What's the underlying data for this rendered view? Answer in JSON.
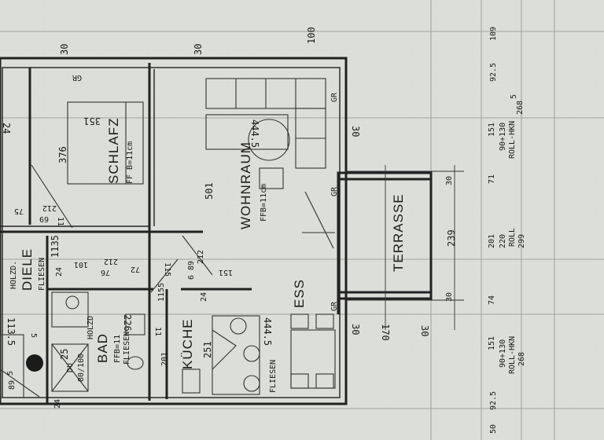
{
  "rooms": {
    "wohnraum": {
      "name": "WOHNRAUM",
      "level": "FFB=11cm",
      "dim1": "501",
      "dim2": "444.5"
    },
    "schlaf": {
      "name": "SCHLAFZ",
      "level": "FF B=11cm",
      "dim1": "376",
      "dim2": "351"
    },
    "terrasse": {
      "name": "TERRASSE"
    },
    "kueche": {
      "name": "KÜCHE",
      "dim1": "251",
      "dim2": "201",
      "floor": "FLIESEN"
    },
    "ess": {
      "name": "ESS",
      "dim": "444.5"
    },
    "diele": {
      "name": "DIELE",
      "floor_top": "HOLZD.",
      "floor_bottom": "FLIESEN"
    },
    "bad": {
      "name": "BAD",
      "floor_top": "HOLZD",
      "level": "FFB=11",
      "floor_bottom": "FLIESEN",
      "dim": "226"
    }
  },
  "labels": {
    "gr": "GR",
    "dusche": "DU",
    "dusche_size": "80/100"
  },
  "dims": {
    "top": [
      "30",
      "30",
      "100"
    ],
    "left": [
      "24",
      "75",
      "212",
      "69",
      "1135",
      "11"
    ],
    "diele": [
      "24",
      "101",
      "76",
      "212",
      "72",
      "115",
      "89",
      "212",
      "151",
      "6",
      "24",
      "1155"
    ],
    "bad": [
      "113.5",
      "5",
      "11",
      "25",
      "5",
      "89",
      "24"
    ],
    "walls": [
      "30",
      "30",
      "170",
      "30"
    ],
    "terrace_side": [
      "30",
      "239",
      "30"
    ],
    "window_upper": {
      "w1": "109",
      "w2": "92.5",
      "v1": "151",
      "v2": "90+130",
      "v3": "ROLL-HKN",
      "v4": "268",
      "v5": "5"
    },
    "window_mid": {
      "v1": "71",
      "v2": "201",
      "v3": "220",
      "v4": "ROLL",
      "v5": "299",
      "v6": "74"
    },
    "window_lower": {
      "v1": "151",
      "v2": "90+130",
      "v3": "ROLL-HKN",
      "v4": "268",
      "v5": "92.5",
      "v6": "50"
    }
  }
}
